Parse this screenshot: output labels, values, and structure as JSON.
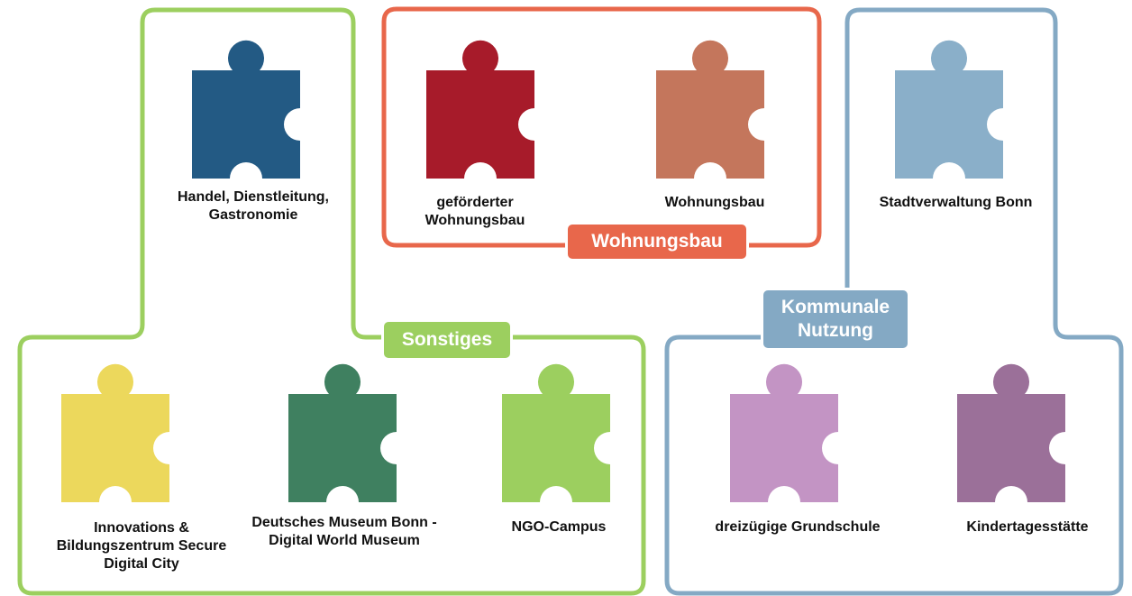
{
  "groups": {
    "sonstiges": {
      "label": "Sonstiges",
      "color": "#9ccf5f"
    },
    "wohnungsbau": {
      "label": "Wohnungsbau",
      "color": "#e8674b"
    },
    "kommunal": {
      "label": "Kommunale Nutzung",
      "color": "#84a9c4"
    }
  },
  "pieces": {
    "handel": {
      "label": "Handel, Dienstleitung, Gastronomie",
      "color": "#235a84",
      "icon": "puzzle-piece-icon"
    },
    "gefoerderter": {
      "label": "geförderter Wohnungsbau",
      "color": "#a71b2a",
      "icon": "puzzle-piece-icon"
    },
    "wohnungsbau": {
      "label": "Wohnungsbau",
      "color": "#c4765c",
      "icon": "puzzle-piece-icon"
    },
    "stadtverwaltung": {
      "label": "Stadtverwaltung Bonn",
      "color": "#8aafc9",
      "icon": "puzzle-piece-icon"
    },
    "innovations": {
      "label": "Innovations & Bildungszentrum Secure Digital City",
      "color": "#ecd85c",
      "icon": "puzzle-piece-icon"
    },
    "museum": {
      "label": "Deutsches Museum Bonn - Digital World Museum",
      "color": "#3f8060",
      "icon": "puzzle-piece-icon"
    },
    "ngo": {
      "label": "NGO-Campus",
      "color": "#9ccf5f",
      "icon": "puzzle-piece-icon"
    },
    "grundschule": {
      "label": "dreizügige Grundschule",
      "color": "#c394c4",
      "icon": "puzzle-piece-icon"
    },
    "kita": {
      "label": "Kindertagesstätte",
      "color": "#9b7099",
      "icon": "puzzle-piece-icon"
    }
  }
}
